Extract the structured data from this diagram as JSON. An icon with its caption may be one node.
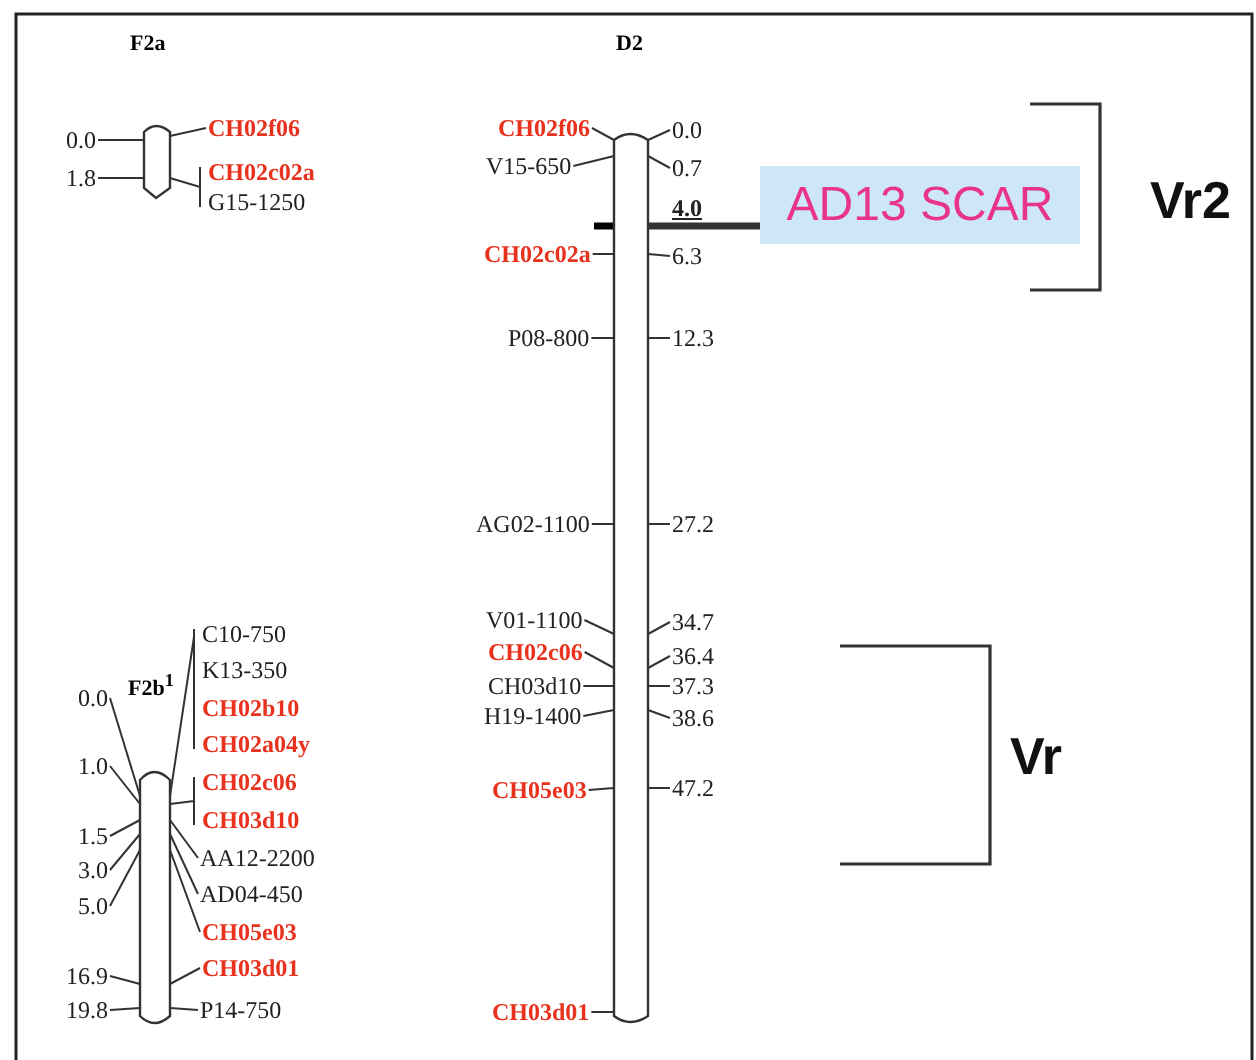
{
  "diagram": {
    "nodes": [
      {
        "text": [
          "F2a"
        ]
      },
      {
        "text": [
          "F2b$^{1}$"
        ]
      },
      {
        "text": [
          "D2"
        ]
      },
      {
        "text": [
          "AD13 SCAR"
        ]
      },
      {
        "text": [
          "0.0"
        ]
      },
      {
        "text": [
          "CH02f06"
        ]
      },
      {
        "text": [
          "1.8"
        ]
      },
      {
        "text": [
          "CH02c02a"
        ]
      },
      {
        "text": [
          "G15-1250"
        ]
      },
      {
        "text": [
          "CH02f06"
        ]
      },
      {
        "text": [
          "0.0"
        ]
      },
      {
        "text": [
          "V15-650"
        ]
      },
      {
        "text": [
          "0.7"
        ]
      },
      {
        "text": [
          "CH02c02a"
        ]
      },
      {
        "text": [
          "6.3"
        ]
      },
      {
        "text": [
          "P08-800"
        ]
      },
      {
        "text": [
          "12.3"
        ]
      },
      {
        "text": [
          "AG02-1100"
        ]
      },
      {
        "text": [
          "27.2"
        ]
      },
      {
        "text": [
          "V01-1100"
        ]
      },
      {
        "text": [
          "34.7"
        ]
      },
      {
        "text": [
          "CH02c06"
        ]
      },
      {
        "text": [
          "36.4"
        ]
      },
      {
        "text": [
          "CH03d10"
        ]
      },
      {
        "text": [
          "37.3"
        ]
      },
      {
        "text": [
          "H19-1400"
        ]
      },
      {
        "text": [
          "38.6"
        ]
      },
      {
        "text": [
          "CH05e03"
        ]
      },
      {
        "text": [
          "47.2"
        ]
      },
      {
        "text": [
          "CH03d01"
        ]
      },
      {
        "text": [
          "C10-750"
        ]
      },
      {
        "text": [
          "K13-350"
        ]
      },
      {
        "text": [
          "CH02b10"
        ]
      },
      {
        "text": [
          "CH02a04y"
        ]
      },
      {
        "text": [
          "CH02c06"
        ]
      },
      {
        "text": [
          "CH03d10"
        ]
      },
      {
        "text": [
          "AA12-2200"
        ]
      },
      {
        "text": [
          "AD04-450"
        ]
      },
      {
        "text": [
          "CH05e03"
        ]
      },
      {
        "text": [
          "CH03d01"
        ]
      },
      {
        "text": [
          "P14-750"
        ]
      },
      {
        "text": [
          "0.0"
        ]
      },
      {
        "text": [
          "1.0"
        ]
      },
      {
        "text": [
          "1.5"
        ]
      },
      {
        "text": [
          "3.0"
        ]
      },
      {
        "text": [
          "5.0"
        ]
      },
      {
        "text": [
          "16.9"
        ]
      },
      {
        "text": [
          "19.8"
        ]
      }
    ],
    "edges": [
      {
        "from": 2,
        "to": 3,
        "arrow": "none",
        "style": "thick"
      },
      {
        "from": 4,
        "to": 0,
        "arrow": "none"
      },
      {
        "from": 5,
        "to": 0,
        "arrow": "none"
      },
      {
        "from": 6,
        "to": 0,
        "arrow": "none"
      },
      {
        "from": 7,
        "to": 0,
        "arrow": "none"
      },
      {
        "from": 8,
        "to": 0,
        "arrow": "none"
      },
      {
        "from": 9,
        "to": 2,
        "arrow": "none"
      },
      {
        "from": 10,
        "to": 2,
        "arrow": "none"
      },
      {
        "from": 11,
        "to": 2,
        "arrow": "none"
      },
      {
        "from": 12,
        "to": 2,
        "arrow": "none"
      },
      {
        "from": 13,
        "to": 2,
        "arrow": "none"
      },
      {
        "from": 14,
        "to": 2,
        "arrow": "none"
      },
      {
        "from": 15,
        "to": 2,
        "arrow": "none"
      },
      {
        "from": 16,
        "to": 2,
        "arrow": "none"
      },
      {
        "from": 17,
        "to": 2,
        "arrow": "none"
      },
      {
        "from": 18,
        "to": 2,
        "arrow": "none"
      },
      {
        "from": 19,
        "to": 2,
        "arrow": "none"
      },
      {
        "from": 20,
        "to": 2,
        "arrow": "none"
      },
      {
        "from": 21,
        "to": 2,
        "arrow": "none"
      },
      {
        "from": 22,
        "to": 2,
        "arrow": "none"
      },
      {
        "from": 23,
        "to": 2,
        "arrow": "none"
      },
      {
        "from": 24,
        "to": 2,
        "arrow": "none"
      },
      {
        "from": 25,
        "to": 2,
        "arrow": "none"
      },
      {
        "from": 26,
        "to": 2,
        "arrow": "none"
      },
      {
        "from": 27,
        "to": 2,
        "arrow": "none"
      },
      {
        "from": 28,
        "to": 2,
        "arrow": "none"
      },
      {
        "from": 29,
        "to": 2,
        "arrow": "none"
      },
      {
        "from": 30,
        "to": 1,
        "arrow": "none"
      },
      {
        "from": 31,
        "to": 1,
        "arrow": "none"
      },
      {
        "from": 32,
        "to": 1,
        "arrow": "none"
      },
      {
        "from": 33,
        "to": 1,
        "arrow": "none"
      },
      {
        "from": 34,
        "to": 1,
        "arrow": "none"
      },
      {
        "from": 35,
        "to": 1,
        "arrow": "none"
      },
      {
        "from": 36,
        "to": 1,
        "arrow": "none"
      },
      {
        "from": 37,
        "to": 1,
        "arrow": "none"
      },
      {
        "from": 38,
        "to": 1,
        "arrow": "none"
      },
      {
        "from": 39,
        "to": 1,
        "arrow": "none"
      },
      {
        "from": 40,
        "to": 1,
        "arrow": "none"
      },
      {
        "from": 41,
        "to": 1,
        "arrow": "none"
      },
      {
        "from": 42,
        "to": 1,
        "arrow": "none"
      },
      {
        "from": 43,
        "to": 1,
        "arrow": "none"
      },
      {
        "from": 44,
        "to": 1,
        "arrow": "none"
      },
      {
        "from": 45,
        "to": 1,
        "arrow": "none"
      },
      {
        "from": 46,
        "to": 1,
        "arrow": "none"
      },
      {
        "from": 47,
        "to": 1,
        "arrow": "none"
      }
    ],
    "labels": [
      "4.0",
      "Vr2",
      "Vr"
    ]
  }
}
